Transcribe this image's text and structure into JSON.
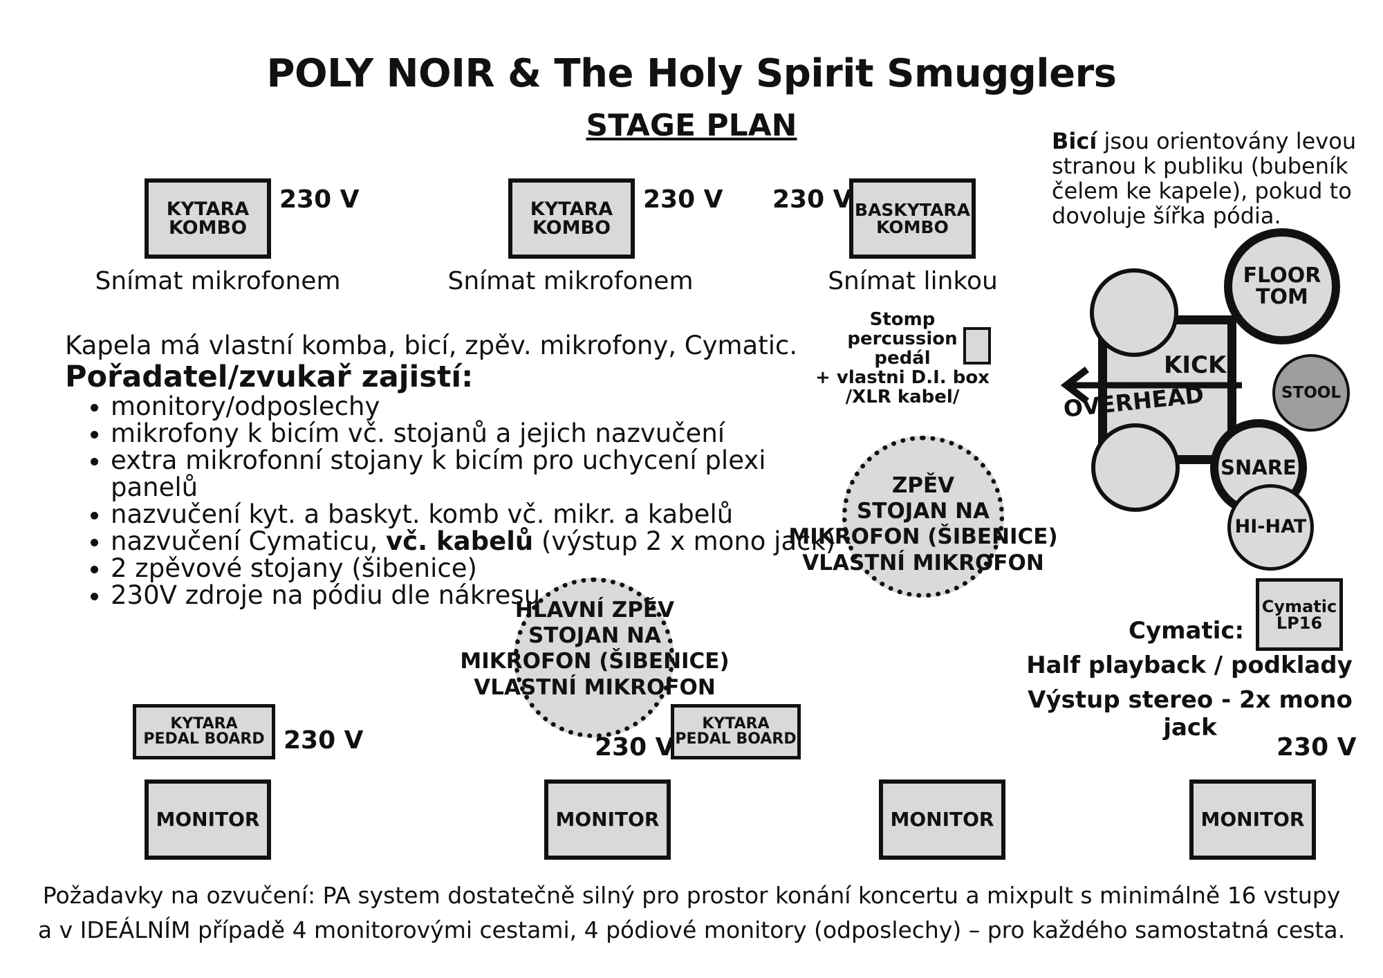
{
  "header": {
    "title": "POLY NOIR & The Holy Spirit Smugglers",
    "subtitle": "STAGE PLAN"
  },
  "amps": [
    {
      "label_line1": "KYTARA",
      "label_line2": "KOMBO",
      "voltage": "230 V",
      "caption": "Snímat mikrofonem"
    },
    {
      "label_line1": "KYTARA",
      "label_line2": "KOMBO",
      "voltage": "230 V",
      "caption": "Snímat mikrofonem"
    },
    {
      "label_line1": "BASKYTARA",
      "label_line2": "KOMBO",
      "voltage": "230 V",
      "caption": "Snímat linkou"
    }
  ],
  "drums_note": {
    "bold": "Bicí",
    "rest": " jsou orientovány levou stranou k publiku (bubeník čelem ke kapele), pokud to dovoluje šířka pódia."
  },
  "stomp": {
    "line1": "Stomp",
    "line2": "percussion",
    "line3": "pedál",
    "line4": "+ vlastni  D.I. box",
    "line5": "/XLR kabel/"
  },
  "requirements": {
    "intro": "Kapela má vlastní komba, bicí, zpěv. mikrofony, Cymatic.",
    "heading": "Pořadatel/zvukař zajistí:",
    "items": [
      "monitory/odposlechy",
      "mikrofony k bicím vč. stojanů a jejich nazvučení",
      "extra mikrofonní stojany k bicím pro uchycení plexi panelů",
      "nazvučení kyt. a baskyt. komb vč. mikr. a kabelů"
    ],
    "cymatic_item": {
      "pre": "nazvučení Cymaticu, ",
      "bold": "vč. kabelů",
      "post": " (výstup 2 x mono jack)"
    },
    "items_after": [
      "2 zpěvové stojany (šibenice)",
      "230V zdroje na pódiu dle nákresu"
    ]
  },
  "drums": {
    "floor_tom_line1": "FLOOR",
    "floor_tom_line2": "TOM",
    "kick": "KICK",
    "overhead": "OVERHEAD",
    "stool": "STOOL",
    "snare": "SNARE",
    "hihat": "HI-HAT"
  },
  "vocal_side": {
    "line1": "ZPĚV",
    "line2": "STOJAN NA",
    "line3": "MIKROFON (ŠIBENICE)",
    "line4": "VLASTNÍ MIKROFON"
  },
  "vocal_lead": {
    "line1": "HLAVNÍ ZPĚV",
    "line2": "STOJAN NA",
    "line3": "MIKROFON (ŠIBENICE)",
    "line4": "VLASTNÍ MIKROFON"
  },
  "cymatic": {
    "box_line1": "Cymatic",
    "box_line2": "LP16",
    "label": "Cymatic:",
    "line2": "Half playback / podklady",
    "line3": "Výstup stereo - 2x mono jack"
  },
  "pedalboards": [
    {
      "line1": "KYTARA",
      "line2": "PEDAL BOARD",
      "voltage": "230 V"
    },
    {
      "line1": "KYTARA",
      "line2": "PEDAL BOARD",
      "voltage": "230 V"
    }
  ],
  "cymatic_voltage": "230 V",
  "monitors": [
    "MONITOR",
    "MONITOR",
    "MONITOR",
    "MONITOR"
  ],
  "footer": {
    "line1": "Požadavky na ozvučení: PA system dostatečně silný pro prostor konání koncertu a mixpult s minimálně 16 vstupy",
    "line2": "a v IDEÁLNÍM případě 4 monitorovými cestami, 4 pódiové monitory (odposlechy) – pro každého samostatná cesta."
  }
}
